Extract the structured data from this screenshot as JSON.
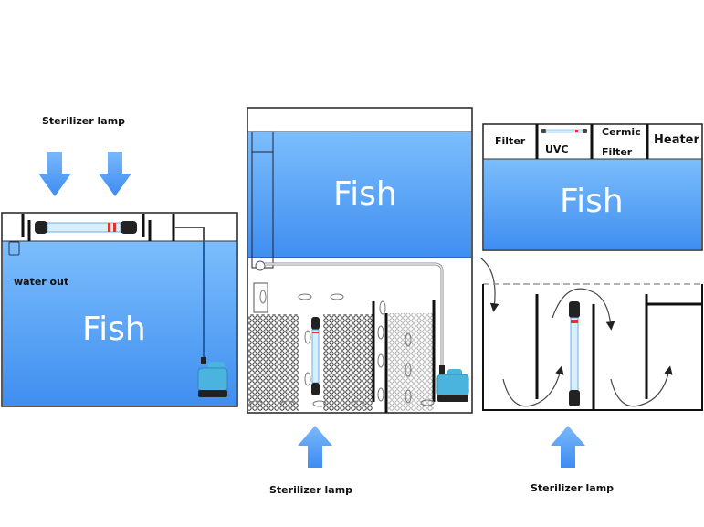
{
  "colors": {
    "water_top": "#7cbefc",
    "water_bottom": "#3f8ef0",
    "arrow_top": "#7ab8fb",
    "arrow_bottom": "#3d8cf2",
    "outline": "#111111",
    "pump": "#4ab4de"
  },
  "panel1": {
    "top_label": "Sterilizer lamp",
    "water_out_label": "water out",
    "fish_label": "Fish",
    "arrows": [
      {
        "direction": "down",
        "icon": "down-arrow-icon"
      },
      {
        "direction": "down",
        "icon": "down-arrow-icon"
      }
    ]
  },
  "panel2": {
    "fish_label": "Fish",
    "bottom_label": "Sterilizer lamp",
    "arrow": {
      "direction": "up",
      "icon": "up-arrow-icon"
    }
  },
  "panel3": {
    "compartments": [
      "Filter",
      "UVC",
      "Cermic\nFilter",
      "Heater"
    ],
    "compartment_lines": [
      [
        "Filter"
      ],
      [
        "UVC"
      ],
      [
        "Cermic",
        "Filter"
      ],
      [
        "Heater"
      ]
    ],
    "fish_label": "Fish",
    "bottom_label": "Sterilizer lamp",
    "arrow": {
      "direction": "up",
      "icon": "up-arrow-icon"
    }
  }
}
